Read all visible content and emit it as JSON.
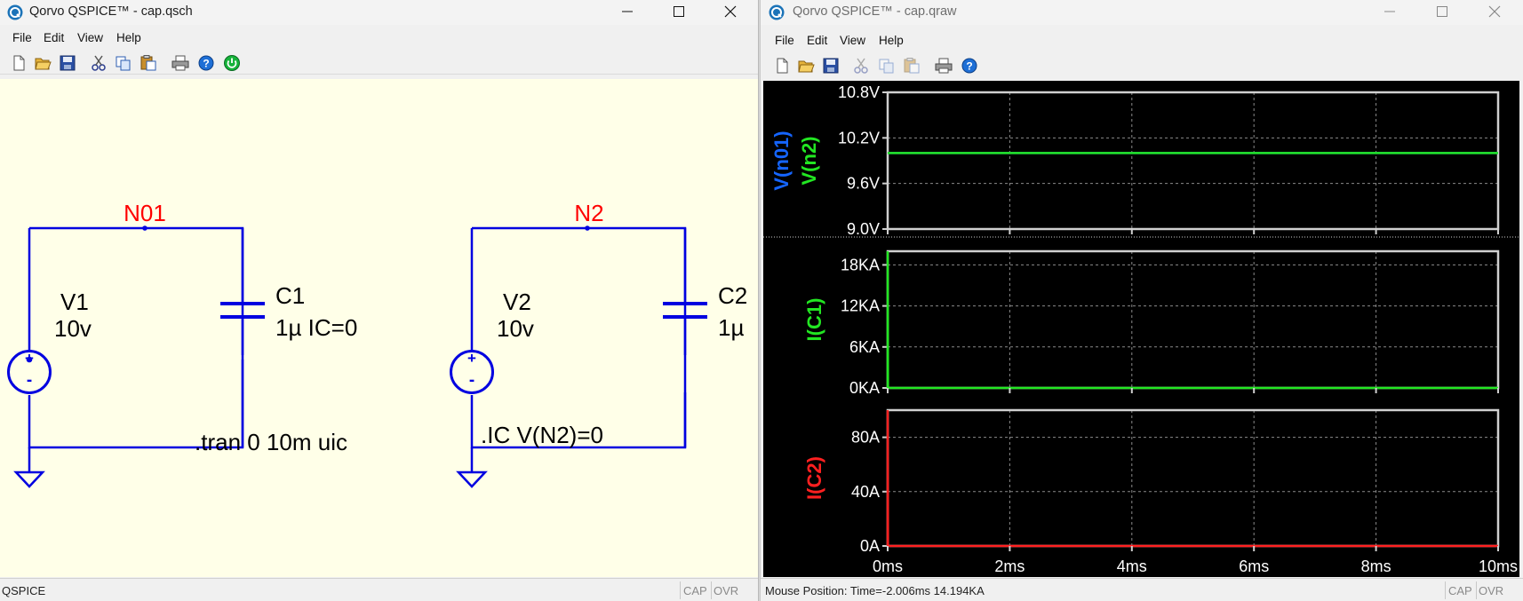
{
  "schematic_window": {
    "title": "Qorvo QSPICE™ - cap.qsch",
    "menu": [
      "File",
      "Edit",
      "View",
      "Help"
    ],
    "toolbar": [
      "new-icon",
      "open-icon",
      "save-icon",
      "cut-icon",
      "copy-icon",
      "paste-icon",
      "print-icon",
      "help-icon",
      "run-icon"
    ],
    "nets": [
      "N01",
      "N2"
    ],
    "sources": [
      {
        "name": "V1",
        "value": "10v"
      },
      {
        "name": "V2",
        "value": "10v"
      }
    ],
    "capacitors": [
      {
        "name": "C1",
        "value": "1µ IC=0"
      },
      {
        "name": "C2",
        "value": "1µ"
      }
    ],
    "directives": [
      ".tran 0 10m uic",
      ".IC V(N2)=0"
    ],
    "polarity": {
      "plus": "+",
      "minus": "-"
    },
    "status": {
      "text": "QSPICE",
      "cap": "CAP",
      "ovr": "OVR"
    },
    "colors": {
      "wire": "#0000e0",
      "net_label": "#ff0000",
      "background": "#ffffe8"
    }
  },
  "waveform_window": {
    "title": "Qorvo QSPICE™ - cap.qraw",
    "menu": [
      "File",
      "Edit",
      "View",
      "Help"
    ],
    "toolbar": [
      "new-icon",
      "open-icon",
      "save-icon",
      "cut-icon",
      "copy-icon",
      "paste-icon",
      "print-icon",
      "help-icon"
    ],
    "status": {
      "text": "Mouse Position: Time=-2.006ms  14.194KA",
      "cap": "CAP",
      "ovr": "OVR"
    }
  },
  "chart_data": [
    {
      "type": "line",
      "title": "",
      "x_tick_labels": [
        "0ms",
        "2ms",
        "4ms",
        "6ms",
        "8ms",
        "10ms"
      ],
      "xlim": [
        0,
        10
      ],
      "y_tick_labels": [
        "10.8V",
        "10.2V",
        "9.6V",
        "9.0V"
      ],
      "ylim": [
        9.0,
        10.8
      ],
      "grid": true,
      "series": [
        {
          "name": "V(n01)",
          "color": "#1565ff",
          "x": [
            0,
            10
          ],
          "values": [
            10.0,
            10.0
          ]
        },
        {
          "name": "V(n2)",
          "color": "#22e622",
          "x": [
            0,
            10
          ],
          "values": [
            10.0,
            10.0
          ]
        }
      ]
    },
    {
      "type": "line",
      "title": "",
      "x_tick_labels": [
        "0ms",
        "2ms",
        "4ms",
        "6ms",
        "8ms",
        "10ms"
      ],
      "xlim": [
        0,
        10
      ],
      "y_tick_labels": [
        "18KA",
        "12KA",
        "6KA",
        "0KA"
      ],
      "ylim": [
        0,
        20
      ],
      "grid": true,
      "series": [
        {
          "name": "I(C1)",
          "color": "#22e622",
          "x": [
            0,
            0,
            0.005,
            10
          ],
          "values": [
            0,
            20,
            0,
            0
          ]
        }
      ]
    },
    {
      "type": "line",
      "title": "",
      "x_tick_labels": [
        "0ms",
        "2ms",
        "4ms",
        "6ms",
        "8ms",
        "10ms"
      ],
      "xlim": [
        0,
        10
      ],
      "y_tick_labels": [
        "80A",
        "40A",
        "0A"
      ],
      "ylim": [
        0,
        100
      ],
      "grid": true,
      "series": [
        {
          "name": "I(C2)",
          "color": "#ff2020",
          "x": [
            0,
            0,
            0.005,
            10
          ],
          "values": [
            0,
            100,
            0,
            0
          ]
        }
      ]
    }
  ]
}
